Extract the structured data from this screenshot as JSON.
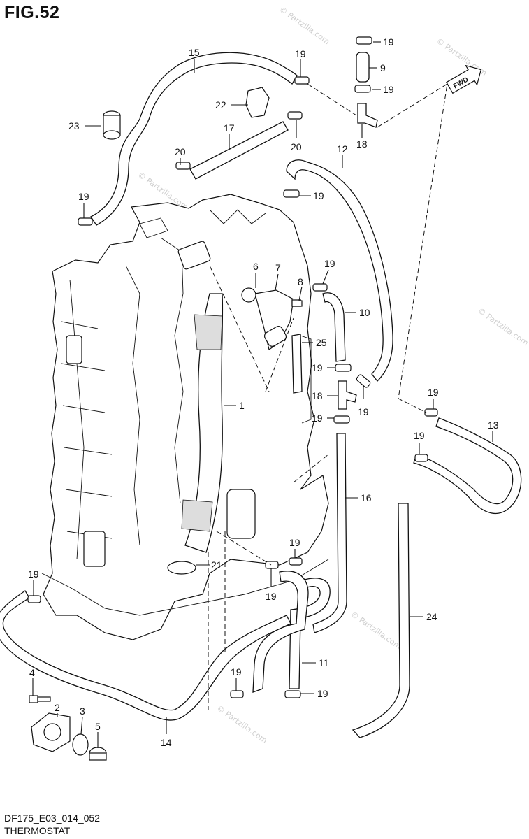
{
  "figure": {
    "title": "FIG.52",
    "model_code": "DF175_E03_014_052",
    "name": "THERMOSTAT",
    "fwd_label": "FWD",
    "watermark": "© Partzilla.com"
  },
  "callouts": [
    "1",
    "2",
    "3",
    "4",
    "5",
    "6",
    "7",
    "8",
    "9",
    "10",
    "11",
    "12",
    "13",
    "14",
    "15",
    "16",
    "17",
    "18",
    "19",
    "20",
    "21",
    "22",
    "23",
    "24",
    "25"
  ]
}
